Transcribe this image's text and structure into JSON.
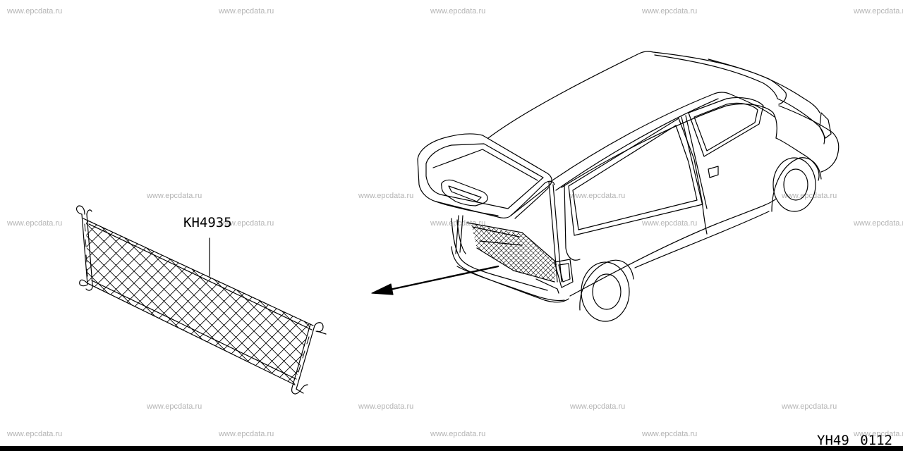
{
  "watermark": "www.epcdata.ru",
  "part_number": "KH4935",
  "diagram_code": "YH49 0112",
  "colors": {
    "line": "#000000",
    "watermark": "#b4b4b4",
    "background": "#ffffff"
  }
}
